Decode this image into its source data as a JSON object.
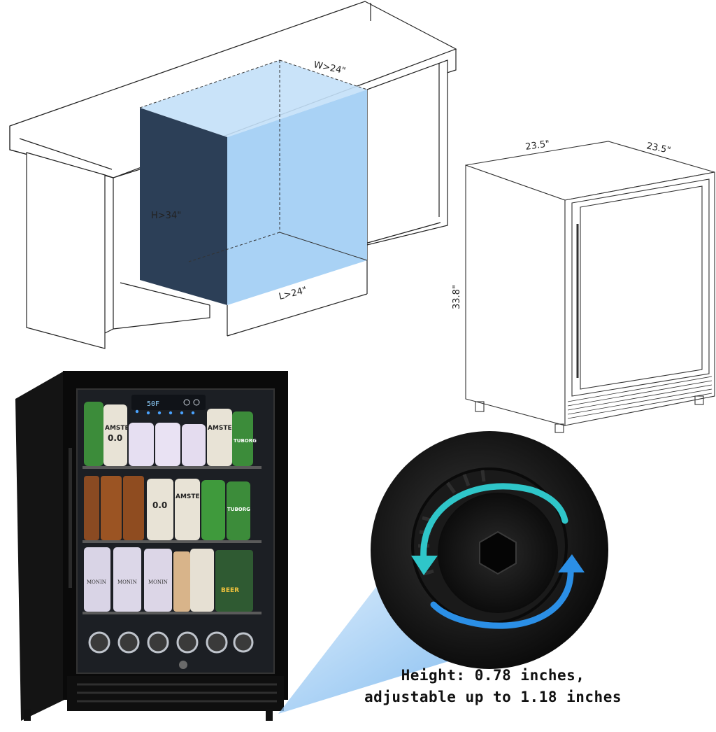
{
  "cabinet_opening": {
    "width_label": "W>24\"",
    "height_label": "H>34\"",
    "length_label": "L>24\""
  },
  "appliance_dimensions": {
    "width_label": "23.5\"",
    "depth_label": "23.5\"",
    "height_label": "33.8\""
  },
  "display_readout": "50F",
  "can_labels": {
    "tuborg": "TUBORG",
    "amstel": "AMSTEL",
    "zero": "0.0",
    "beer": "BEER",
    "monin": "MONIN"
  },
  "caption": {
    "line1": "Height: 0.78 inches,",
    "line2": "adjustable up to 1.18 inches"
  },
  "colors": {
    "opening_light": "#a9d2f5",
    "opening_dark": "#2c3f57",
    "accent_teal": "#2fc6c9",
    "accent_blue": "#2b8fe6"
  }
}
